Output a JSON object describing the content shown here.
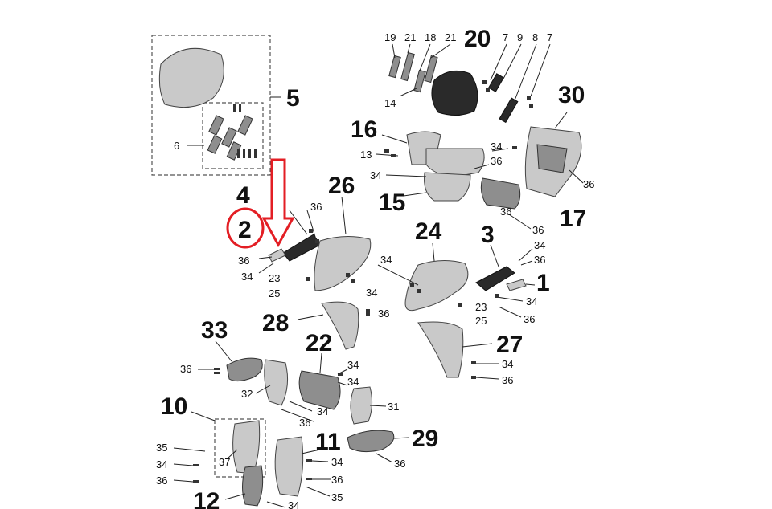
{
  "callouts": {
    "c19": "19",
    "c21a": "21",
    "c18": "18",
    "c21b": "21",
    "c20": "20",
    "c7a": "7",
    "c9": "9",
    "c8": "8",
    "c7b": "7",
    "c14": "14",
    "c30": "30",
    "c5": "5",
    "c6": "6",
    "c16": "16",
    "c13": "13",
    "c34a": "34",
    "c36a": "36",
    "c34b": "34",
    "c15": "15",
    "c36b": "36",
    "c17": "17",
    "c36c": "36",
    "c4": "4",
    "c2": "2",
    "c36d": "36",
    "c26": "26",
    "c24": "24",
    "c3": "3",
    "c34c": "34",
    "c36e": "36",
    "c34d": "34",
    "c36f": "36",
    "c34e": "34",
    "c23a": "23",
    "c25a": "25",
    "c34f": "34",
    "c1": "1",
    "c34g": "34",
    "c23b": "23",
    "c36g": "36",
    "c25b": "25",
    "c28": "28",
    "c36h": "36",
    "c33": "33",
    "c22": "22",
    "c27": "27",
    "c36i": "36",
    "c34h": "34",
    "c34i": "34",
    "c36j": "36",
    "c32": "32",
    "c10": "10",
    "c31": "31",
    "c34j": "34",
    "c36k": "36",
    "c29": "29",
    "c35a": "35",
    "c37": "37",
    "c11": "11",
    "c34k": "34",
    "c34l": "34",
    "c36l": "36",
    "c36m": "36",
    "c36n": "36",
    "c12": "12",
    "c35b": "35",
    "c34m": "34"
  },
  "colors": {
    "highlight": "#e31e24"
  },
  "highlight": {
    "target_callout": "2",
    "shape": "red circle with downward hollow arrow"
  }
}
